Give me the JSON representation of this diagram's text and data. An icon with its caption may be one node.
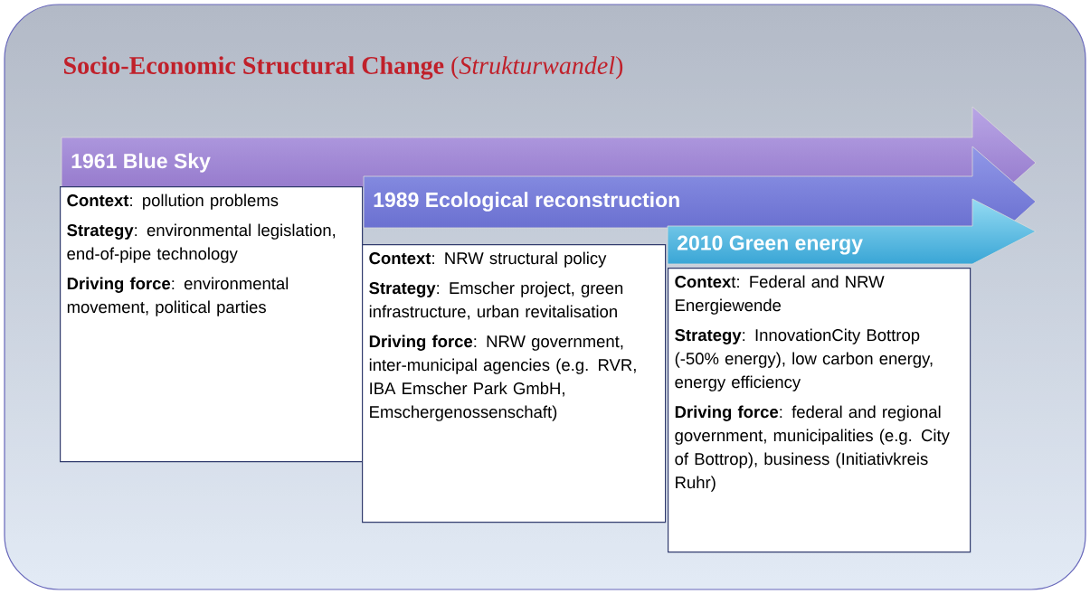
{
  "diagram": {
    "title": "**Socio-Economic Structural Change** (*Strukturwandel*)",
    "nodes": [
      {
        "text": [
          "1961 Blue Sky"
        ]
      },
      {
        "text": [
          "**Context**: pollution problems",
          "**Strategy**: environmental legislation, end-of-pipe technology",
          "**Driving force**: environmental movement, political parties"
        ]
      },
      {
        "text": [
          "1989 Ecological reconstruction"
        ]
      },
      {
        "text": [
          "**Context**: NRW structural policy",
          "**Strategy**: Emscher project, green infrastructure, urban revitalisation",
          "**Driving force**: NRW government, inter-municipal agencies (e.g. RVR, IBA Emscher Park GmbH, Emschergenossenschaft)"
        ]
      },
      {
        "text": [
          "2010 Green energy"
        ]
      },
      {
        "text": [
          "**Contex**t: Federal and NRW Energiewende",
          "**Strategy**: InnovationCity Bottrop (-50% energy), low carbon energy, energy efficiency",
          "**Driving force**: federal and regional government, municipalities (e.g. City of Bottrop), business (Initiativkreis Ruhr)"
        ]
      }
    ]
  }
}
